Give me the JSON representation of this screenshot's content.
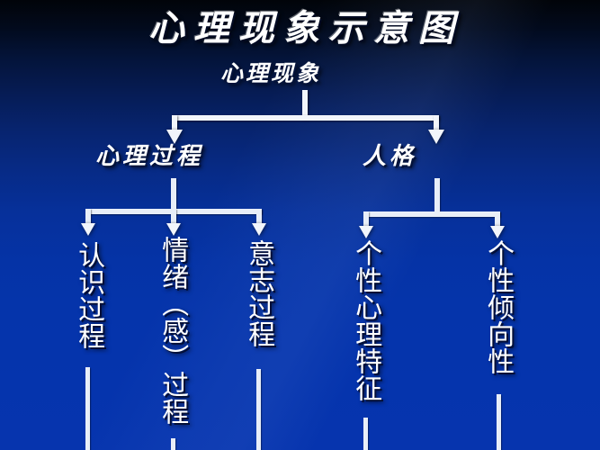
{
  "slide": {
    "title": "心理现象示意图",
    "background_top_color": "#010409",
    "background_bottom_color": "#0634ae",
    "text_color": "#ffffff",
    "connector_color": "#f2f5fb"
  },
  "diagram": {
    "root": {
      "label": "心理现象"
    },
    "level2": [
      {
        "label": "心理过程"
      },
      {
        "label": "人格"
      }
    ],
    "level3": {
      "psychological_process": [
        {
          "label": "认识过程"
        },
        {
          "label": "情绪（感）过程"
        },
        {
          "label": "意志过程"
        }
      ],
      "personality": [
        {
          "label": "个性心理特征"
        },
        {
          "label": "个性倾向性"
        }
      ]
    }
  }
}
